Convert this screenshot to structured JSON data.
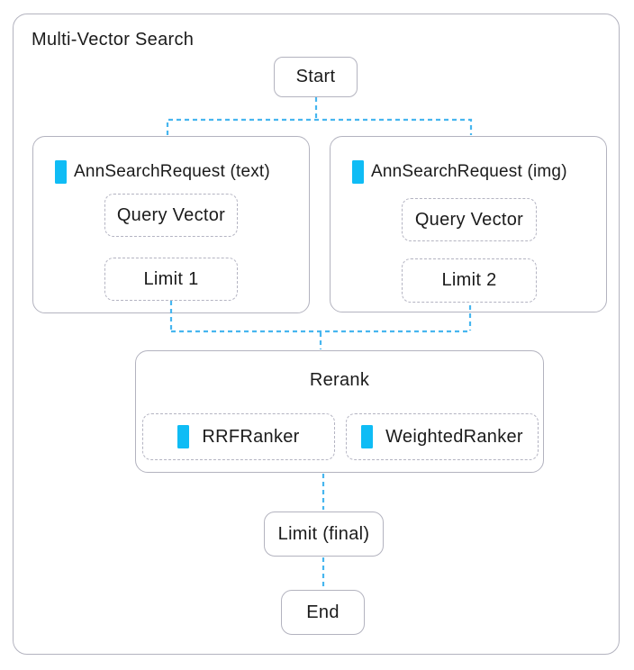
{
  "title": "Multi-Vector Search",
  "colors": {
    "accent_blue": "#0fbcf5",
    "connector_blue": "#47b6ef",
    "border_gray": "#b3b3bf",
    "dashed_gray": "#b4b4c2",
    "text": "#1b1b1b",
    "background": "#ffffff"
  },
  "nodes": {
    "start": {
      "label": "Start"
    },
    "ann_text": {
      "label": "AnnSearchRequest (text)",
      "query_vector": "Query Vector",
      "limit": "Limit 1"
    },
    "ann_img": {
      "label": "AnnSearchRequest (img)",
      "query_vector": "Query Vector",
      "limit": "Limit 2"
    },
    "rerank": {
      "label": "Rerank",
      "rrf": "RRFRanker",
      "weighted": "WeightedRanker"
    },
    "limit_final": {
      "label": "Limit (final)"
    },
    "end": {
      "label": "End"
    }
  }
}
